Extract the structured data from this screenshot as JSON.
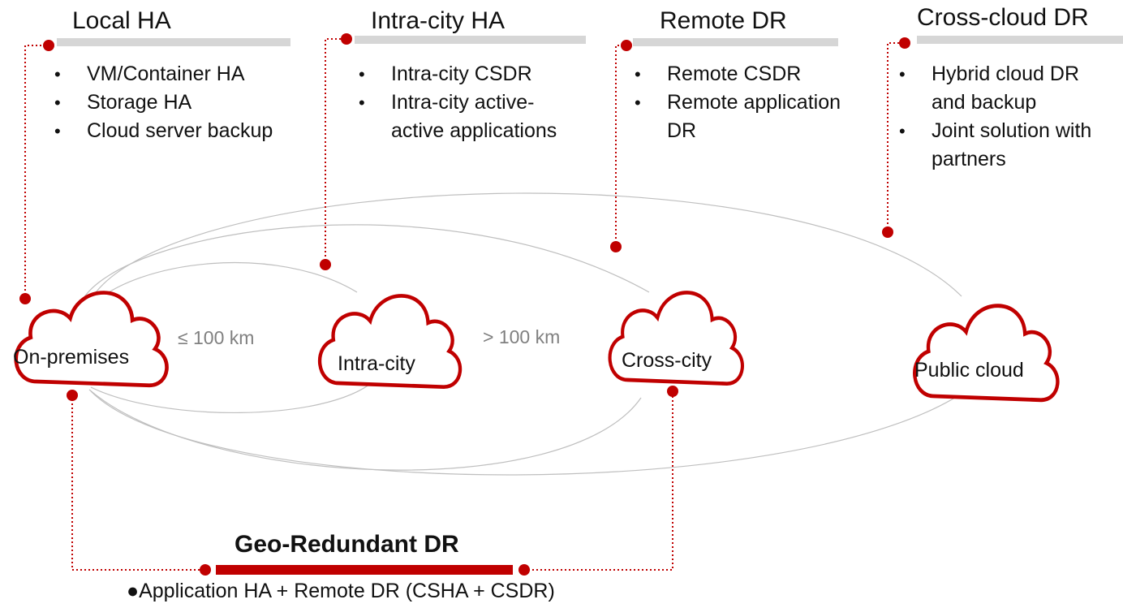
{
  "sections": [
    {
      "title": "Local HA",
      "items": [
        "VM/Container HA",
        "Storage HA",
        "Cloud server backup"
      ]
    },
    {
      "title": "Intra-city HA",
      "items": [
        "Intra-city CSDR",
        "Intra-city active-\nactive applications"
      ]
    },
    {
      "title": "Remote DR",
      "items": [
        "Remote CSDR",
        "Remote application\nDR"
      ]
    },
    {
      "title": "Cross-cloud DR",
      "items": [
        "Hybrid cloud DR\nand backup",
        "Joint solution with\npartners"
      ]
    }
  ],
  "clouds": {
    "on_premises": "On-premises",
    "intra_city": "Intra-city",
    "cross_city": "Cross-city",
    "public_cloud": "Public cloud"
  },
  "distances": {
    "near": "≤ 100 km",
    "far": "> 100 km"
  },
  "geo": {
    "title": "Geo-Redundant DR",
    "note": "●Application HA + Remote DR (CSHA + CSDR)"
  },
  "colors": {
    "accent": "#c00000",
    "title_bar": "#d6d6d6",
    "orbit": "#bfbfbf",
    "distance_text": "#808080"
  }
}
